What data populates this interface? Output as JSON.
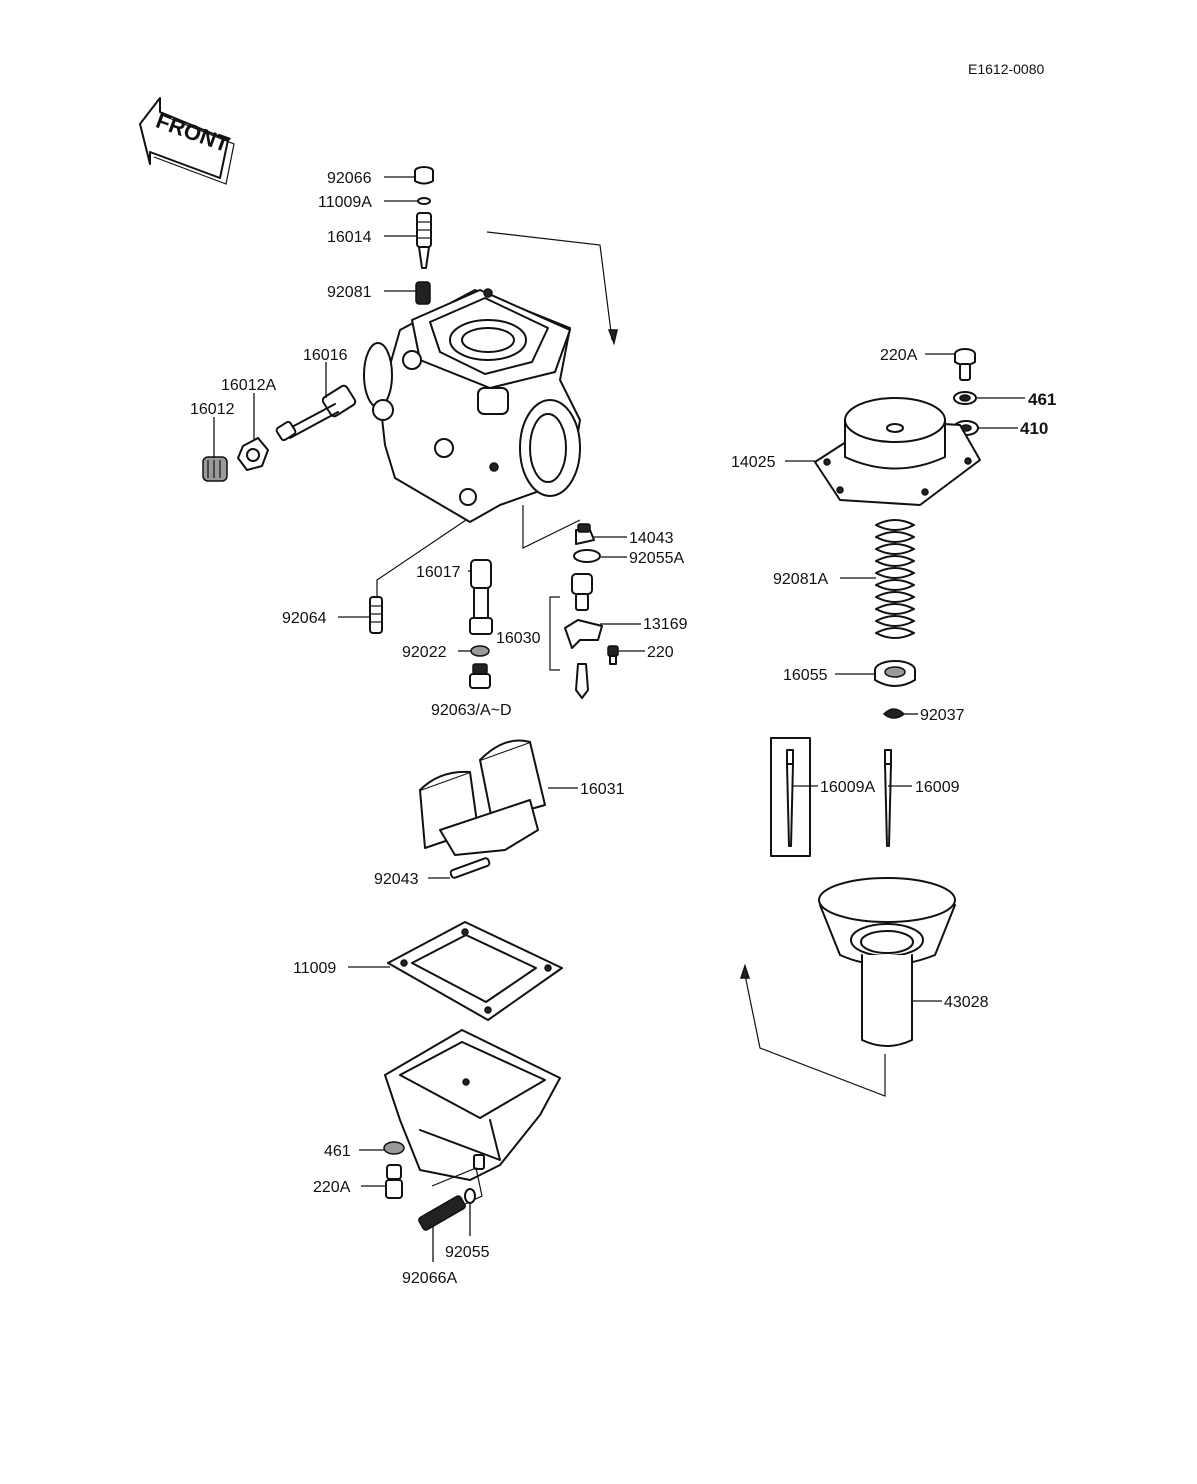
{
  "ref_code": "E1612-0080",
  "front_label": "FRONT",
  "labels": {
    "p92066": "92066",
    "p11009A": "11009A",
    "p16014": "16014",
    "p92081": "92081",
    "p16016": "16016",
    "p16012A": "16012A",
    "p16012": "16012",
    "p14043": "14043",
    "p92055A": "92055A",
    "p16017": "16017",
    "p92064": "92064",
    "p16030": "16030",
    "p13169": "13169",
    "p92022": "92022",
    "p220": "220",
    "p92063": "92063/A~D",
    "p16031": "16031",
    "p92043": "92043",
    "p11009": "11009",
    "p461_bottom": "461",
    "p220A_bottom": "220A",
    "p92055": "92055",
    "p92066A": "92066A",
    "p220A_top": "220A",
    "p461_top": "461",
    "p410": "410",
    "p14025": "14025",
    "p92081A": "92081A",
    "p16055": "16055",
    "p92037": "92037",
    "p16009A": "16009A",
    "p16009": "16009",
    "p43028": "43028"
  }
}
